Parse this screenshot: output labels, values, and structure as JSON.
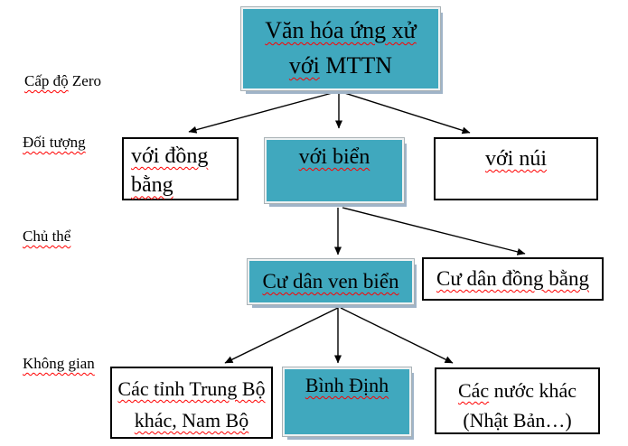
{
  "diagram": {
    "colors": {
      "node_fill_teal": "#40a8be",
      "node_shadow": "#a0b4c8",
      "node_border_black": "#000000",
      "spellcheck_squiggle": "#ff0000",
      "text": "#000000",
      "background": "#ffffff"
    },
    "row_labels": [
      {
        "id": "level-zero",
        "wavy": "Cấp độ",
        "plain": " Zero"
      },
      {
        "id": "doi-tuong",
        "wavy": "Đối tượng",
        "plain": ""
      },
      {
        "id": "chu-the",
        "wavy": "Chủ thể",
        "plain": ""
      },
      {
        "id": "khong-gian",
        "wavy": "Không gian",
        "plain": ""
      }
    ],
    "nodes": {
      "root": {
        "wavy": "Văn hóa ứng xử với",
        "plain": " MTTN",
        "style": "teal"
      },
      "voi_dong_bang": {
        "wavy": "với đồng bằng",
        "plain": "",
        "style": "white"
      },
      "voi_bien": {
        "wavy": "với biển",
        "plain": "",
        "style": "teal"
      },
      "voi_nui": {
        "wavy": "với núi",
        "plain": "",
        "style": "white"
      },
      "cu_dan_ven_bien": {
        "wavy": "Cư dân ven biển",
        "plain": "",
        "style": "teal"
      },
      "cu_dan_dong_bang": {
        "wavy": "Cư dân đồng bằng",
        "plain": "",
        "style": "white"
      },
      "cac_tinh_trung_bo": {
        "wavy": "Các tỉnh Trung Bộ khác, Nam Bộ",
        "plain": "",
        "style": "white"
      },
      "binh_dinh": {
        "wavy": "Bình Định",
        "plain": "",
        "style": "teal"
      },
      "cac_nuoc_khac": {
        "wavy": "Các",
        "plain": " nước khác (Nhật Bản…)",
        "style": "white"
      }
    },
    "edges": [
      {
        "from": "root",
        "to": "voi_dong_bang"
      },
      {
        "from": "root",
        "to": "voi_bien"
      },
      {
        "from": "root",
        "to": "voi_nui"
      },
      {
        "from": "voi_bien",
        "to": "cu_dan_ven_bien"
      },
      {
        "from": "voi_bien",
        "to": "cu_dan_dong_bang"
      },
      {
        "from": "cu_dan_ven_bien",
        "to": "cac_tinh_trung_bo"
      },
      {
        "from": "cu_dan_ven_bien",
        "to": "binh_dinh"
      },
      {
        "from": "cu_dan_ven_bien",
        "to": "cac_nuoc_khac"
      }
    ]
  }
}
